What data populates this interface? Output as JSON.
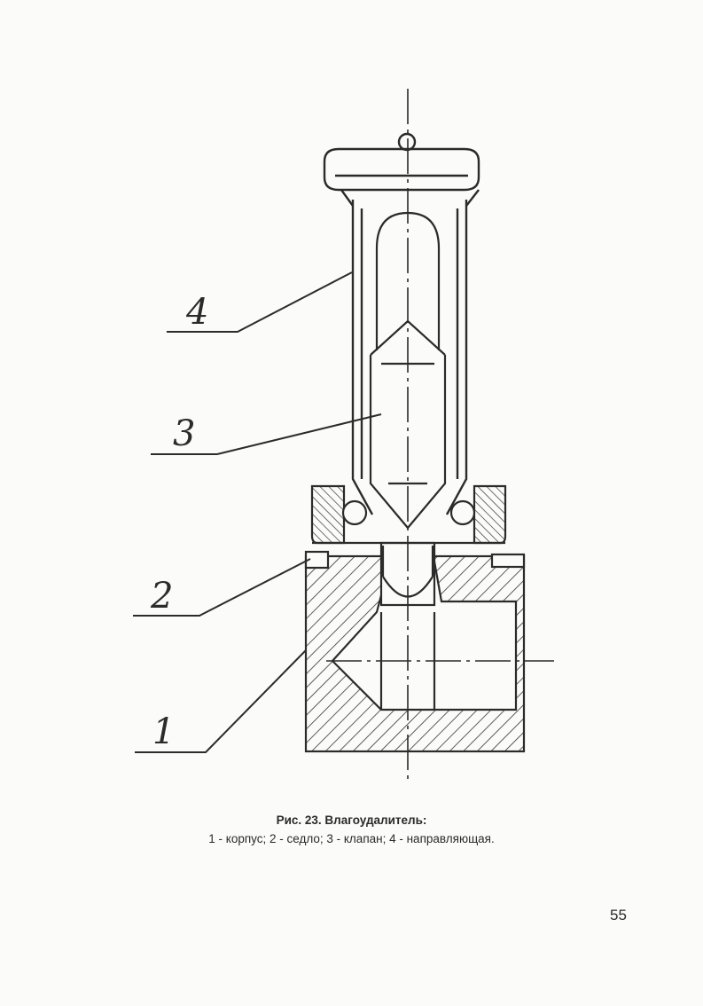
{
  "figure": {
    "callouts": [
      {
        "id": "4",
        "label": "4"
      },
      {
        "id": "3",
        "label": "3"
      },
      {
        "id": "2",
        "label": "2"
      },
      {
        "id": "1",
        "label": "1"
      }
    ],
    "caption_title": "Рис. 23. Влагоудалитель:",
    "caption_legend": "1 - корпус; 2 - седло; 3 - клапан;  4 - направляющая."
  },
  "page_number": "55"
}
